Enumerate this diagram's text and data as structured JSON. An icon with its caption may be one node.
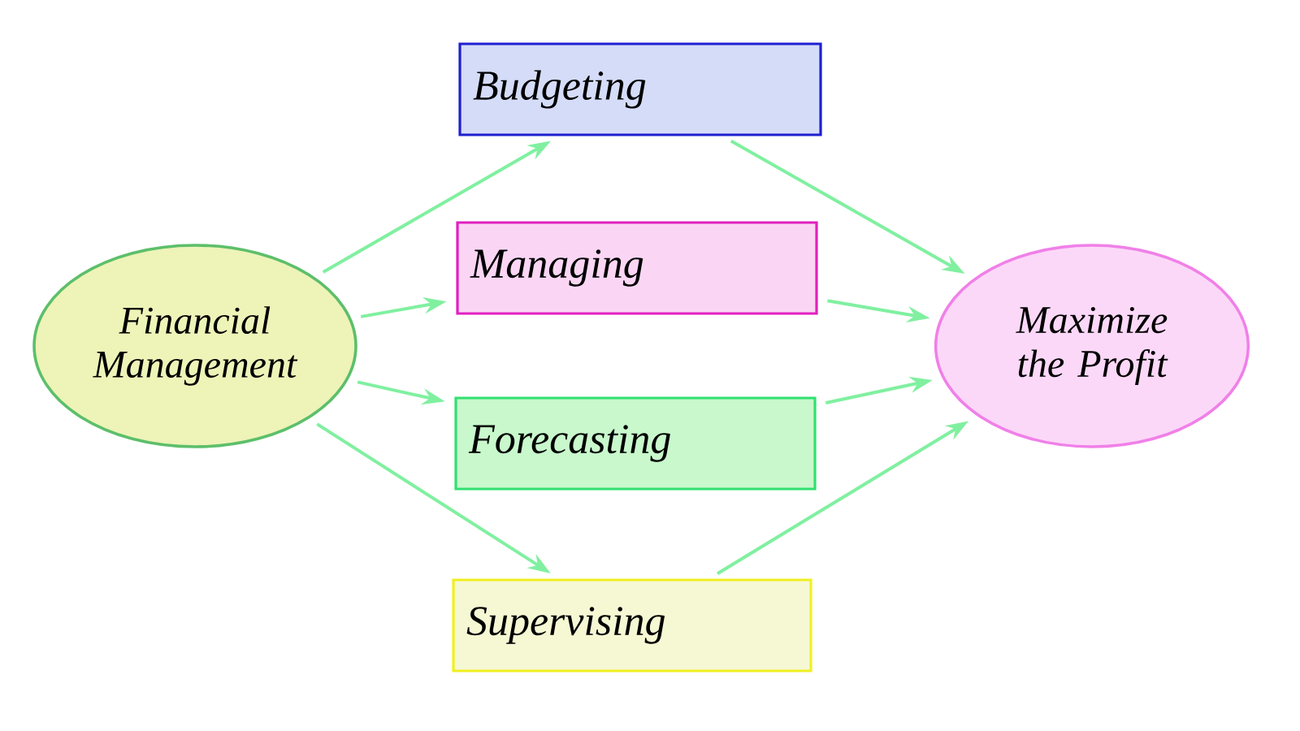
{
  "diagram": {
    "nodes": [
      {
        "text": [
          "Financial Management"
        ]
      },
      {
        "text": [
          "Budgeting"
        ]
      },
      {
        "text": [
          "Managing"
        ]
      },
      {
        "text": [
          "Forecasting"
        ]
      },
      {
        "text": [
          "Supervising"
        ]
      },
      {
        "text": [
          "Maximize the Profit"
        ]
      }
    ],
    "edges": [
      {
        "from": 0,
        "to": 1,
        "arrow": "to"
      },
      {
        "from": 0,
        "to": 2,
        "arrow": "to"
      },
      {
        "from": 0,
        "to": 3,
        "arrow": "to"
      },
      {
        "from": 0,
        "to": 4,
        "arrow": "to"
      },
      {
        "from": 1,
        "to": 5,
        "arrow": "to"
      },
      {
        "from": 2,
        "to": 5,
        "arrow": "to"
      },
      {
        "from": 3,
        "to": 5,
        "arrow": "to"
      },
      {
        "from": 4,
        "to": 5,
        "arrow": "to"
      }
    ]
  }
}
